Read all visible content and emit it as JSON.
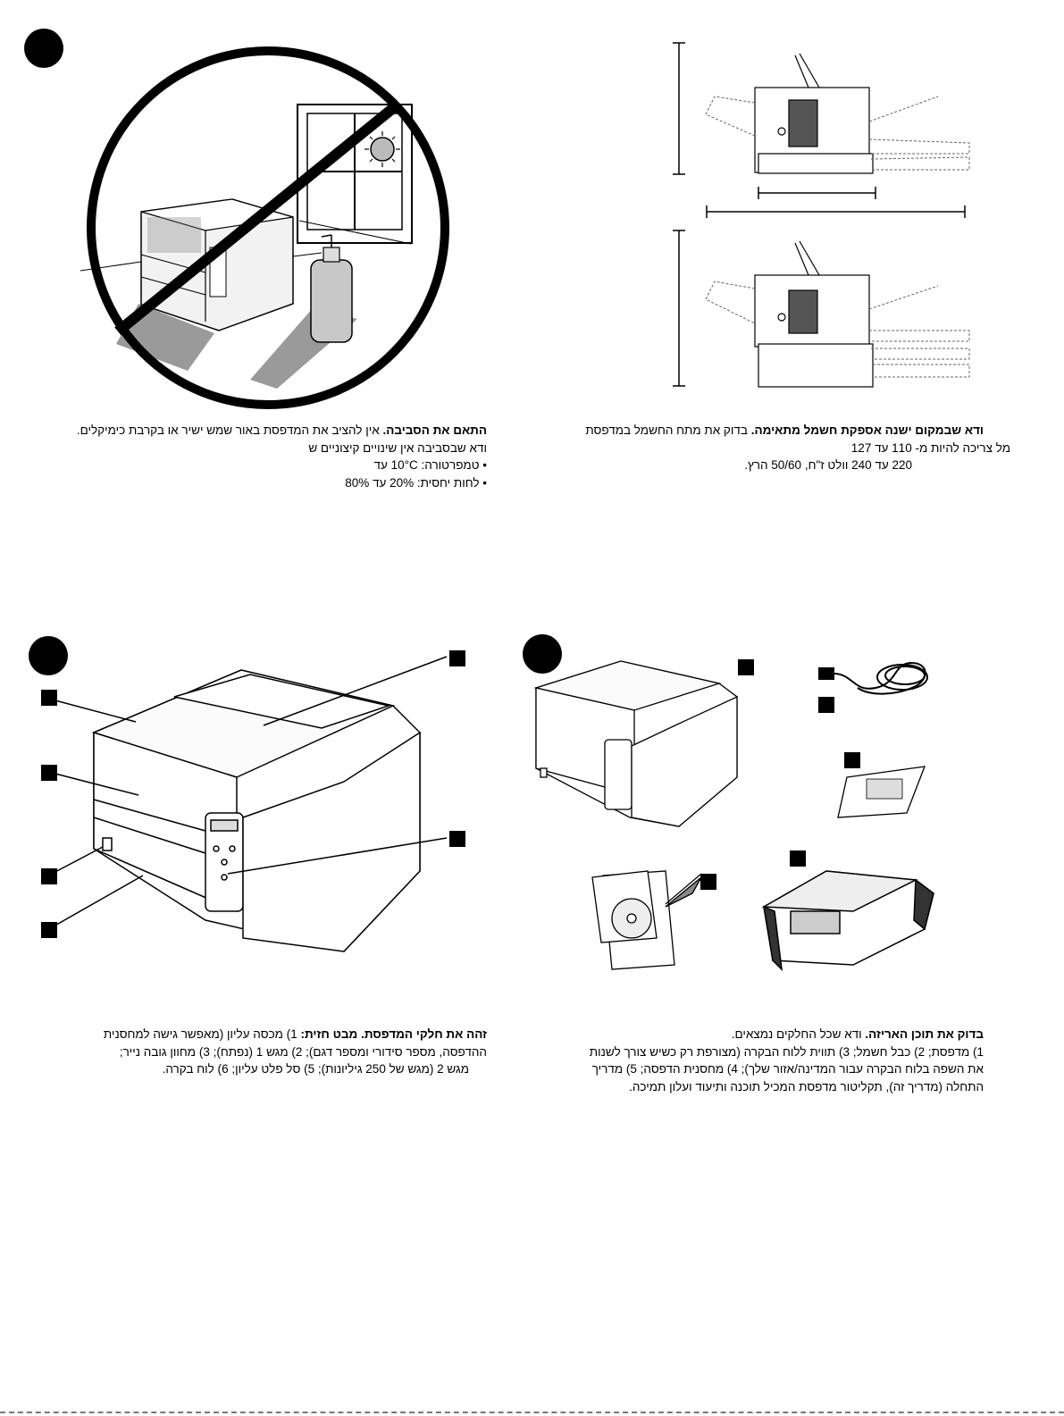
{
  "sections": {
    "environment": {
      "title": "התאם את הסביבה.",
      "line1": " אין להציב את המדפסת באור שמש ישיר או בקרבת כימיקלים.",
      "line2": "ודא שבסביבה אין שינויים קיצוניים ש",
      "line3": "• טמפרטורה: 10°C עד",
      "line4": "• לחות יחסית: 20% עד 80%"
    },
    "power": {
      "title": "ודא שבמקום ישנה אספקת חשמל מתאימה.",
      "line1": " בדוק את מתח החשמל במדפסת",
      "line2": "מל צריכה להיות מ- 110 עד 127",
      "line3": "220 עד 240 וולט ז\"ח, 50/60 הרץ."
    },
    "parts": {
      "title": "זהה את חלקי המדפסת. מבט חזית:",
      "line1": " 1) מכסה עליון (מאפשר גישה למחסנית",
      "line2": "ההדפסה, מספר סידורי ומספר דגם); 2) מגש 1 (נפתח); 3) מחוון גובה נייר;",
      "line3": "מגש 2 (מגש של 250 גיליונות); 5) סל פלט עליון; 6) לוח בקרה."
    },
    "contents": {
      "title": "בדוק את תוכן האריזה.",
      "line1": " ודא שכל החלקים נמצאים.",
      "line2": "1) מדפסת; 2) כבל חשמל; 3) תווית ללוח הבקרה (מצורפת רק כשיש צורך לשנות",
      "line3": "את השפה בלוח הבקרה עבור המדינה/אזור שלך); 4) מחסנית הדפסה; 5) מדריך",
      "line4": "התחלה (מדריך זה), תקליטור מדפסת המכיל תוכנה ותיעוד ועלון תמיכה."
    }
  }
}
